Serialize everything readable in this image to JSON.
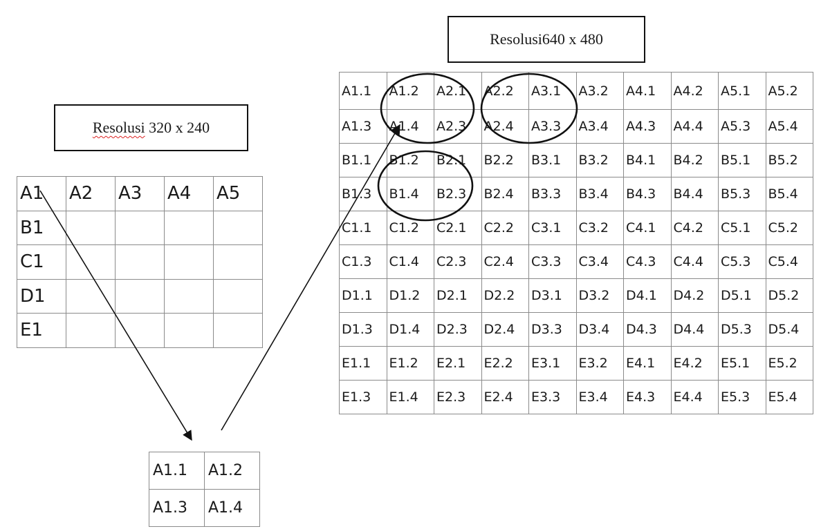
{
  "labels": {
    "small_res_word": "Resolusi",
    "small_res_value": "320 x 240",
    "large_res": "Resolusi640 x 480"
  },
  "small_grid": [
    [
      "A1",
      "A2",
      "A3",
      "A4",
      "A5"
    ],
    [
      "B1",
      "",
      "",
      "",
      ""
    ],
    [
      "C1",
      "",
      "",
      "",
      ""
    ],
    [
      "D1",
      "",
      "",
      "",
      ""
    ],
    [
      "E1",
      "",
      "",
      "",
      ""
    ]
  ],
  "large_grid": [
    [
      "A1.1",
      "A1.2",
      "A2.1",
      "A2.2",
      "A3.1",
      "A3.2",
      "A4.1",
      "A4.2",
      "A5.1",
      "A5.2"
    ],
    [
      "A1.3",
      "A1.4",
      "A2.3",
      "A2.4",
      "A3.3",
      "A3.4",
      "A4.3",
      "A4.4",
      "A5.3",
      "A5.4"
    ],
    [
      "B1.1",
      "B1.2",
      "B2.1",
      "B2.2",
      "B3.1",
      "B3.2",
      "B4.1",
      "B4.2",
      "B5.1",
      "B5.2"
    ],
    [
      "B1.3",
      "B1.4",
      "B2.3",
      "B2.4",
      "B3.3",
      "B3.4",
      "B4.3",
      "B4.4",
      "B5.3",
      "B5.4"
    ],
    [
      "C1.1",
      "C1.2",
      "C2.1",
      "C2.2",
      "C3.1",
      "C3.2",
      "C4.1",
      "C4.2",
      "C5.1",
      "C5.2"
    ],
    [
      "C1.3",
      "C1.4",
      "C2.3",
      "C2.4",
      "C3.3",
      "C3.4",
      "C4.3",
      "C4.4",
      "C5.3",
      "C5.4"
    ],
    [
      "D1.1",
      "D1.2",
      "D2.1",
      "D2.2",
      "D3.1",
      "D3.2",
      "D4.1",
      "D4.2",
      "D5.1",
      "D5.2"
    ],
    [
      "D1.3",
      "D1.4",
      "D2.3",
      "D2.4",
      "D3.3",
      "D3.4",
      "D4.3",
      "D4.4",
      "D5.3",
      "D5.4"
    ],
    [
      "E1.1",
      "E1.2",
      "E2.1",
      "E2.2",
      "E3.1",
      "E3.2",
      "E4.1",
      "E4.2",
      "E5.1",
      "E5.2"
    ],
    [
      "E1.3",
      "E1.4",
      "E2.3",
      "E2.4",
      "E3.3",
      "E3.4",
      "E4.3",
      "E4.4",
      "E5.3",
      "E5.4"
    ]
  ],
  "mini_grid": [
    [
      "A1.1",
      "A1.2"
    ],
    [
      "A1.3",
      "A1.4"
    ]
  ]
}
